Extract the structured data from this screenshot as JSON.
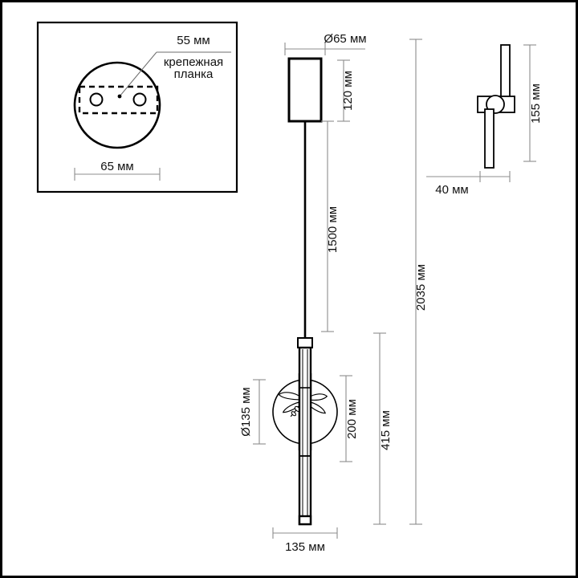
{
  "drawing": {
    "title": "Technical dimension drawing",
    "units": "мм",
    "background": "#ffffff",
    "line_color": "#000000",
    "dimension_color": "#8c8c8c"
  },
  "inset": {
    "name": "ceiling-mount-detail",
    "callout_label": "крепежная\nпланка",
    "callout_line1": "крепежная",
    "callout_line2": "планка",
    "bracket_width": "55 мм",
    "plate_diameter": "65 мм",
    "hole_count": 2
  },
  "front_view": {
    "name": "front-elevation",
    "canopy_diameter": "Ø65 мм",
    "canopy_height": "120 мм",
    "cord_length": "1500 мм",
    "total_height": "2035 мм",
    "disc_diameter": "Ø135 мм",
    "rod_length": "200 мм",
    "lamp_body_height": "415 мм",
    "body_width": "135 мм",
    "ornament": "dragonfly"
  },
  "side_view": {
    "name": "side-elevation",
    "height": "155 мм",
    "depth": "40 мм"
  }
}
